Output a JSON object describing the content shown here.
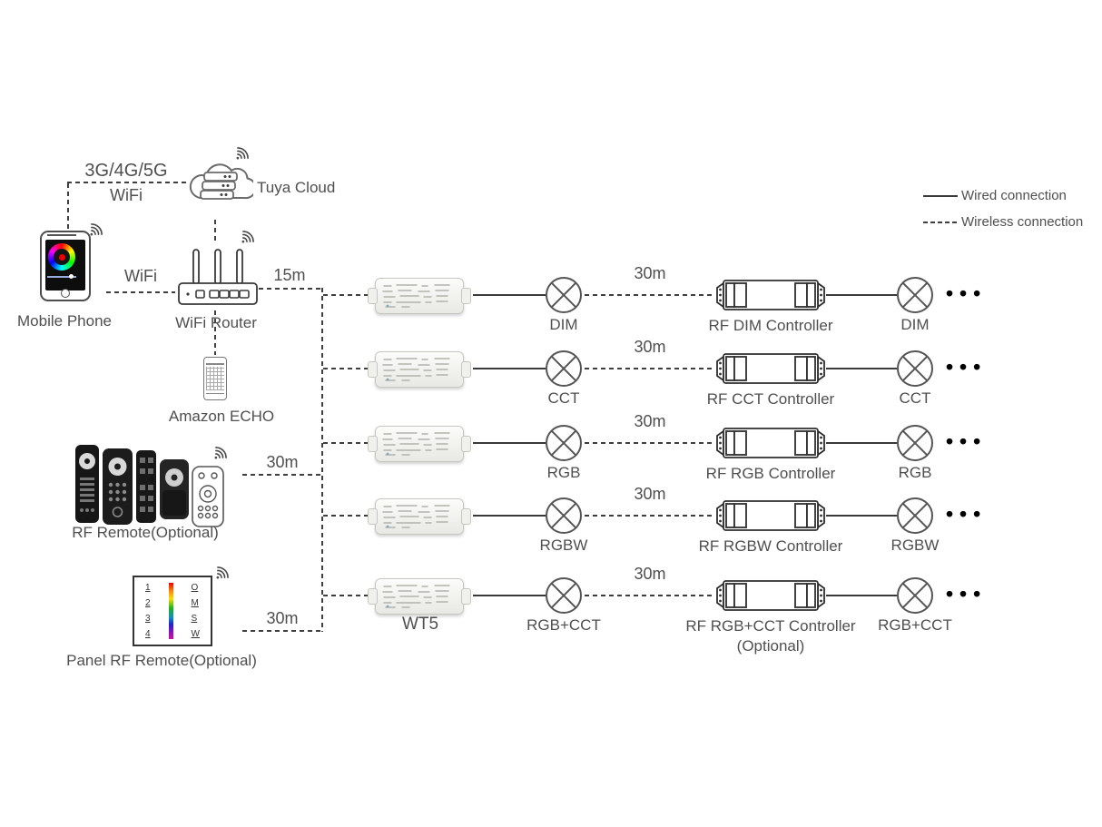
{
  "legend": {
    "wired": "Wired connection",
    "wireless": "Wireless connection"
  },
  "cloud": {
    "label": "Tuya Cloud",
    "link_top": "3G/4G/5G",
    "link_bottom": "WiFi"
  },
  "phone": {
    "label": "Mobile Phone",
    "wifi_link": "WiFi"
  },
  "router": {
    "label": "WiFi Router",
    "distance": "15m"
  },
  "echo": {
    "label": "Amazon ECHO"
  },
  "rf_remote": {
    "label": "RF Remote(Optional)",
    "distance": "30m"
  },
  "panel_remote": {
    "label": "Panel RF Remote(Optional)",
    "distance": "30m",
    "zones": [
      "1",
      "2",
      "3",
      "4"
    ],
    "keys": [
      "O",
      "M",
      "S",
      "W"
    ]
  },
  "wt5": {
    "label": "WT5"
  },
  "rows": [
    {
      "lamp": "DIM",
      "distance": "30m",
      "controller": "RF DIM Controller",
      "controller_note": "",
      "lamp2": "DIM",
      "more": "•••"
    },
    {
      "lamp": "CCT",
      "distance": "30m",
      "controller": "RF CCT Controller",
      "controller_note": "",
      "lamp2": "CCT",
      "more": "•••"
    },
    {
      "lamp": "RGB",
      "distance": "30m",
      "controller": "RF RGB Controller",
      "controller_note": "",
      "lamp2": "RGB",
      "more": "•••"
    },
    {
      "lamp": "RGBW",
      "distance": "30m",
      "controller": "RF RGBW Controller",
      "controller_note": "",
      "lamp2": "RGBW",
      "more": "•••"
    },
    {
      "lamp": "RGB+CCT",
      "distance": "30m",
      "controller": "RF RGB+CCT Controller",
      "controller_note": "(Optional)",
      "lamp2": "RGB+CCT",
      "more": "•••"
    }
  ]
}
